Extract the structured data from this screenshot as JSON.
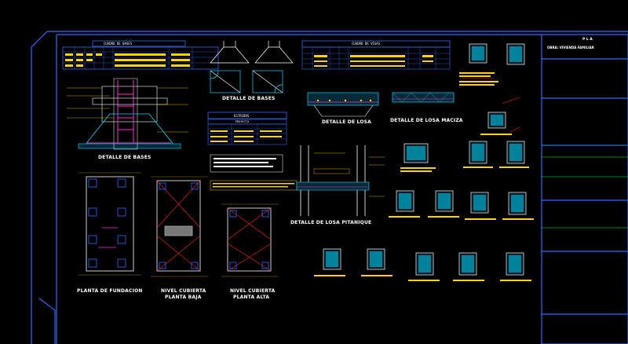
{
  "title_block": {
    "project_line1": "OBRA: VIVIENDA FAMILIAR",
    "header_code": "P L A"
  },
  "details": {
    "bases": "DETALLE DE BASES",
    "bases_top": "DETALLE DE BASES",
    "losa": "DETALLE DE LOSA",
    "losa_maciza": "DETALLE DE LOSA MACIZA",
    "losa_pitanique": "DETALLE DE LOSA PITANIQUE"
  },
  "plans": {
    "fundacion": "PLANTA DE FUNDACION",
    "cubierta_baja_l1": "NIVEL CUBIERTA",
    "cubierta_baja_l2": "PLANTA BAJA",
    "cubierta_alta_l1": "NIVEL CUBIERTA",
    "cubierta_alta_l2": "PLANTA ALTA"
  },
  "tables": {
    "cuadro_bases": "CUADRO DE BASES",
    "cuadro_vigas": "CUADRO DE VIGAS",
    "estribos": "ESTRIBOS",
    "proyecto": "PROYECTO"
  },
  "colors": {
    "frame": "#2f6bff",
    "rebar": "#ff2ad4",
    "hatch": "#00d8ff",
    "text_yellow": "#ffd400",
    "grid_red": "#ff2020",
    "green": "#00ff40"
  }
}
